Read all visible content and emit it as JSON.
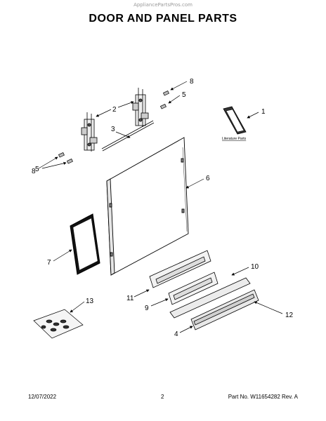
{
  "header": {
    "watermark": "AppliancePartsPros.com",
    "title": "DOOR AND PANEL PARTS"
  },
  "diagram": {
    "callouts": [
      "1",
      "2",
      "3",
      "4",
      "5",
      "5",
      "6",
      "7",
      "8",
      "8",
      "9",
      "10",
      "11",
      "12",
      "13"
    ],
    "literature_label": "Literature Parts"
  },
  "footer": {
    "date": "12/07/2022",
    "page": "2",
    "part_number": "Part No. W11654282  Rev. A"
  }
}
